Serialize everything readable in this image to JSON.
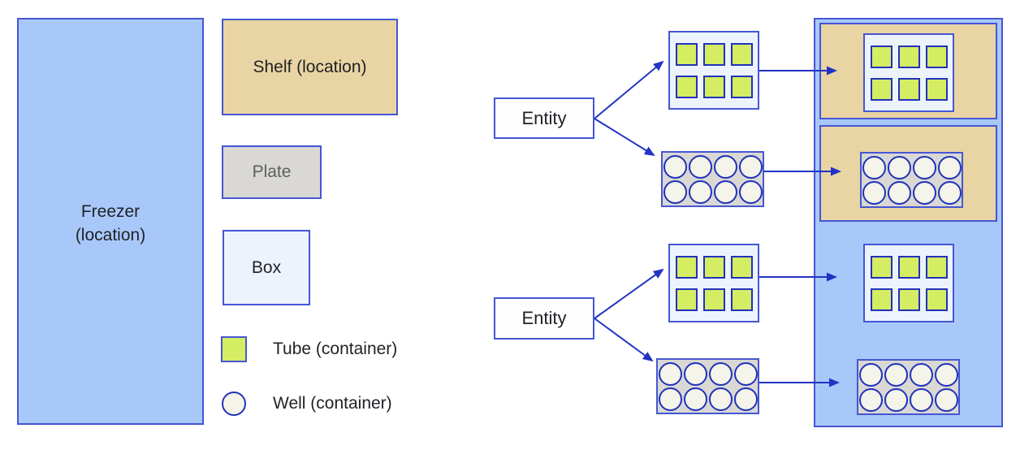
{
  "legend": {
    "freezer_label": "Freezer\n(location)",
    "shelf_label": "Shelf (location)",
    "plate_label": "Plate",
    "box_label": "Box",
    "tube_label": "Tube (container)",
    "well_label": "Well (container)"
  },
  "flow": {
    "entity_top_label": "Entity",
    "entity_bottom_label": "Entity"
  },
  "containers": {
    "tube_box": {
      "cell": "tube",
      "cell_name": "tube-cell",
      "count": 6,
      "cols": 3
    },
    "well_plate": {
      "cell": "well",
      "cell_name": "well-cell",
      "count": 8,
      "cols": 4
    }
  },
  "colors": {
    "freezer-fill": "#a9c8fa",
    "shelf-fill": "#e9d4a4",
    "plate-fill": "#d9d8d4",
    "box-fill": "#edf3fc",
    "tube-fill": "#d5ed63",
    "well-fill": "#f5f4ea",
    "border-blue": "#4556d3",
    "cell-border": "#2132ba",
    "arrow-color": "#2233c4",
    "text-dark": "#1f2125",
    "text-gray": "#5e5e5e"
  }
}
